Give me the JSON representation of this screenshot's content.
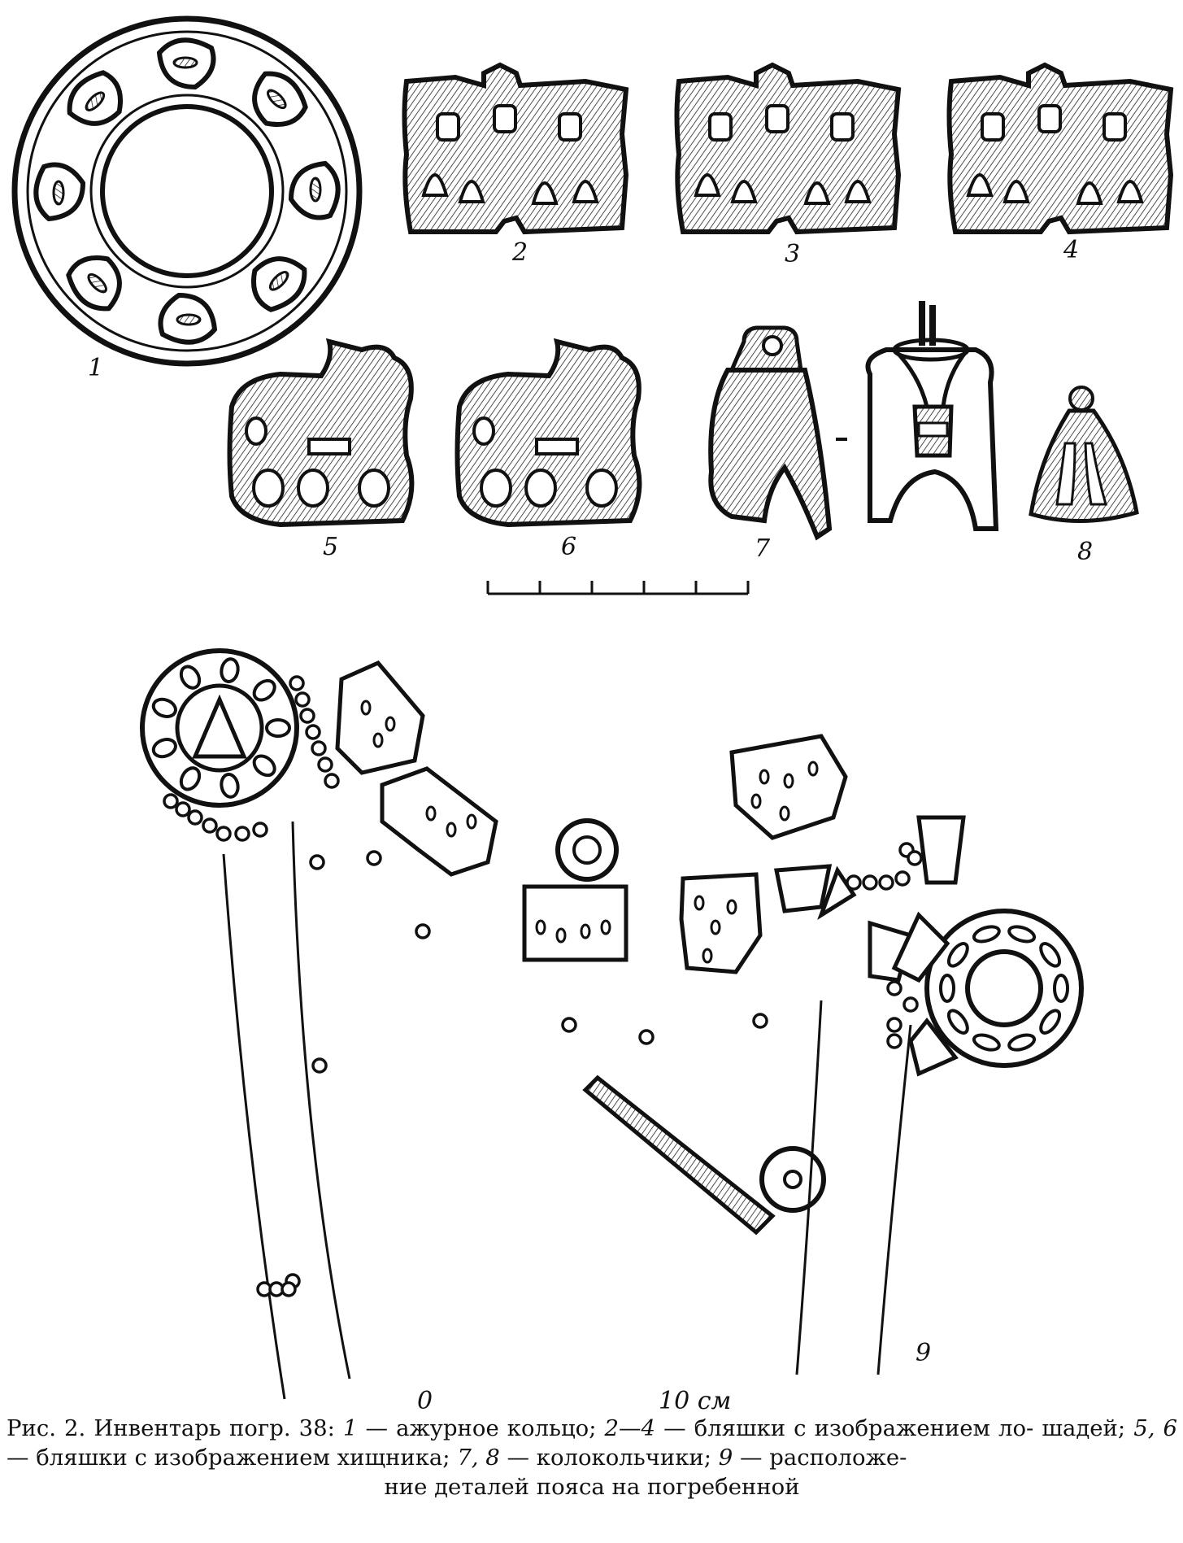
{
  "figure": {
    "item_labels": [
      "1",
      "2",
      "3",
      "4",
      "5",
      "6",
      "7",
      "8",
      "9"
    ],
    "scale_top": {
      "units": 5
    },
    "scale_bottom": {
      "start_label": "0",
      "end_label": "10 см",
      "units": 2
    }
  },
  "caption": {
    "prefix": "Рис. 2. Инвентарь погр. 38: ",
    "n1": "1",
    "t1": " — ажурное кольцо; ",
    "n2": "2—4",
    "t2": " — бляшки с изображением ло-",
    "t2b": "шадей; ",
    "n3": "5, 6",
    "t3": " — бляшки с изображением хищника; ",
    "n4": "7, 8",
    "t4": " — колокольчики; ",
    "n5": "9",
    "t5": " — расположе-",
    "t6": "ние деталей пояса на погребенной"
  }
}
